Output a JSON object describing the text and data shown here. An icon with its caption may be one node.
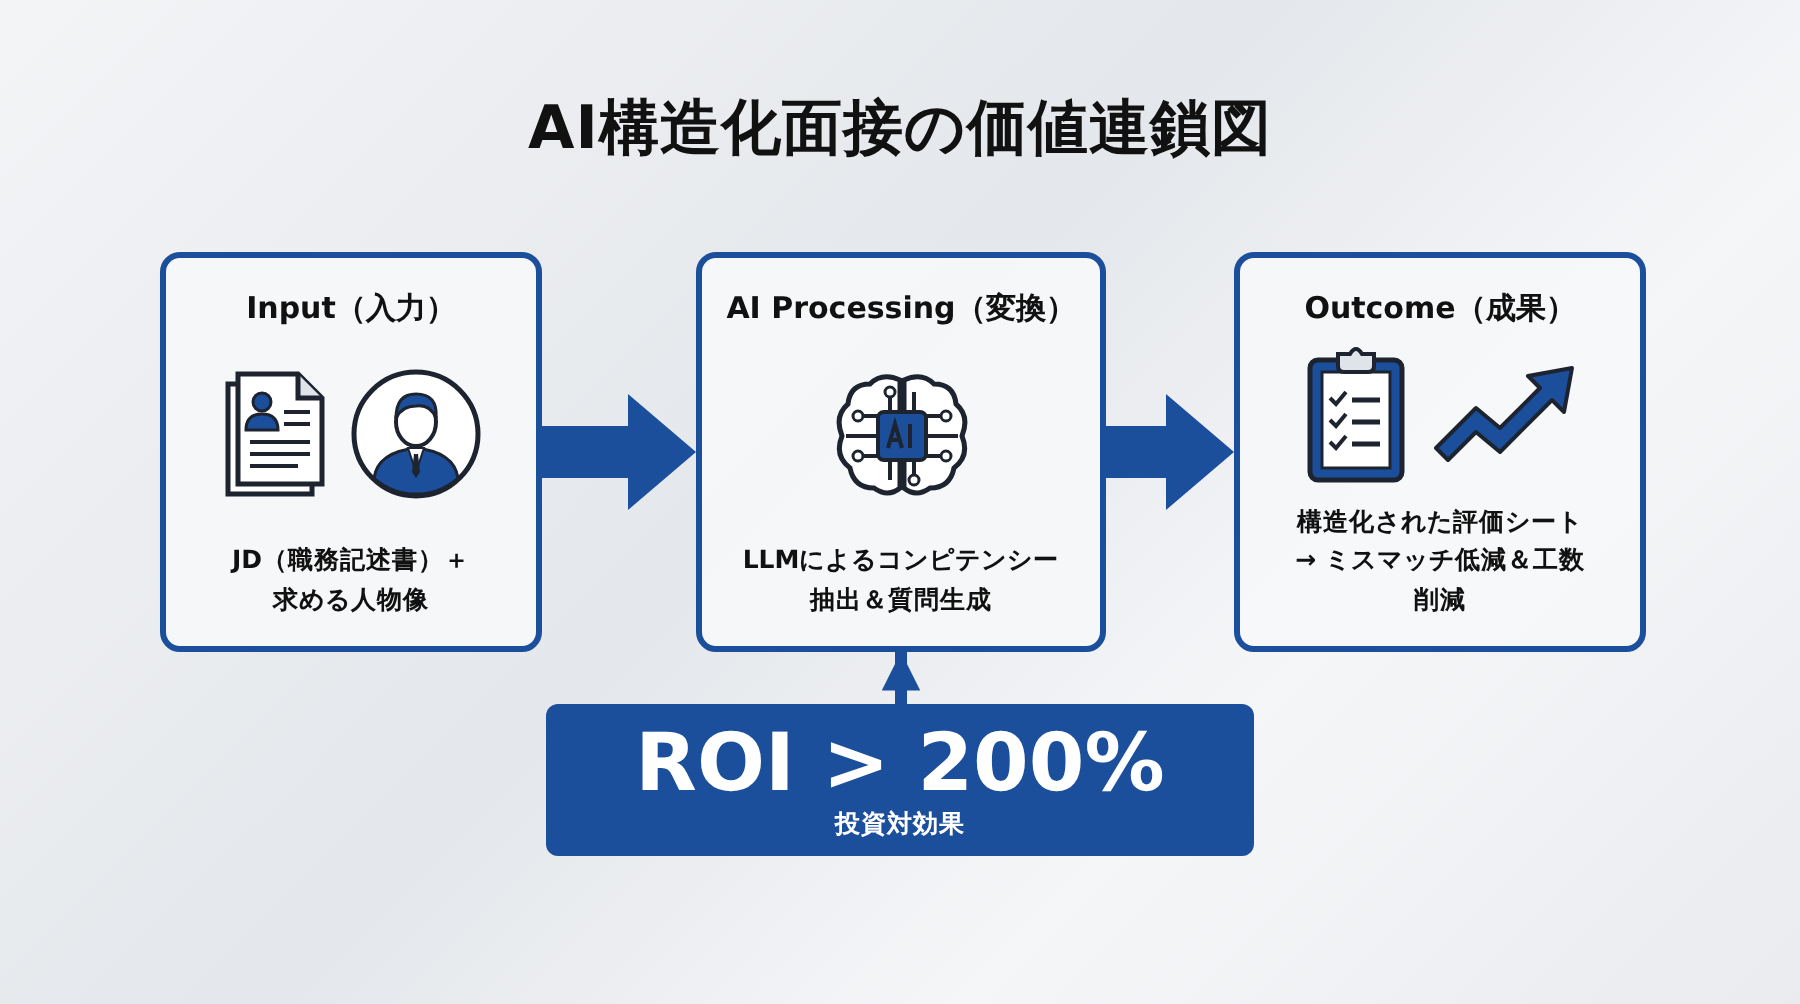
{
  "diagram": {
    "title": "AI構造化面接の価値連鎖図",
    "nodes": [
      {
        "text": [
          "Input（入力）",
          "JD（職務記述書）＋求める人物像"
        ]
      },
      {
        "text": [
          "AI Processing（変換）",
          "LLMによるコンピテンシー抽出＆質問生成"
        ]
      },
      {
        "text": [
          "Outcome（成果）",
          "構造化された評価シート→ ミスマッチ低減＆工数削減"
        ]
      },
      {
        "text": [
          "ROI > 200%",
          "投資対効果"
        ]
      }
    ],
    "edges": [
      {
        "from": 0,
        "to": 1,
        "arrow": "to",
        "style": "thick"
      },
      {
        "from": 1,
        "to": 2,
        "arrow": "to",
        "style": "thick"
      },
      {
        "from": 3,
        "to": 1,
        "arrow": "to"
      }
    ]
  }
}
